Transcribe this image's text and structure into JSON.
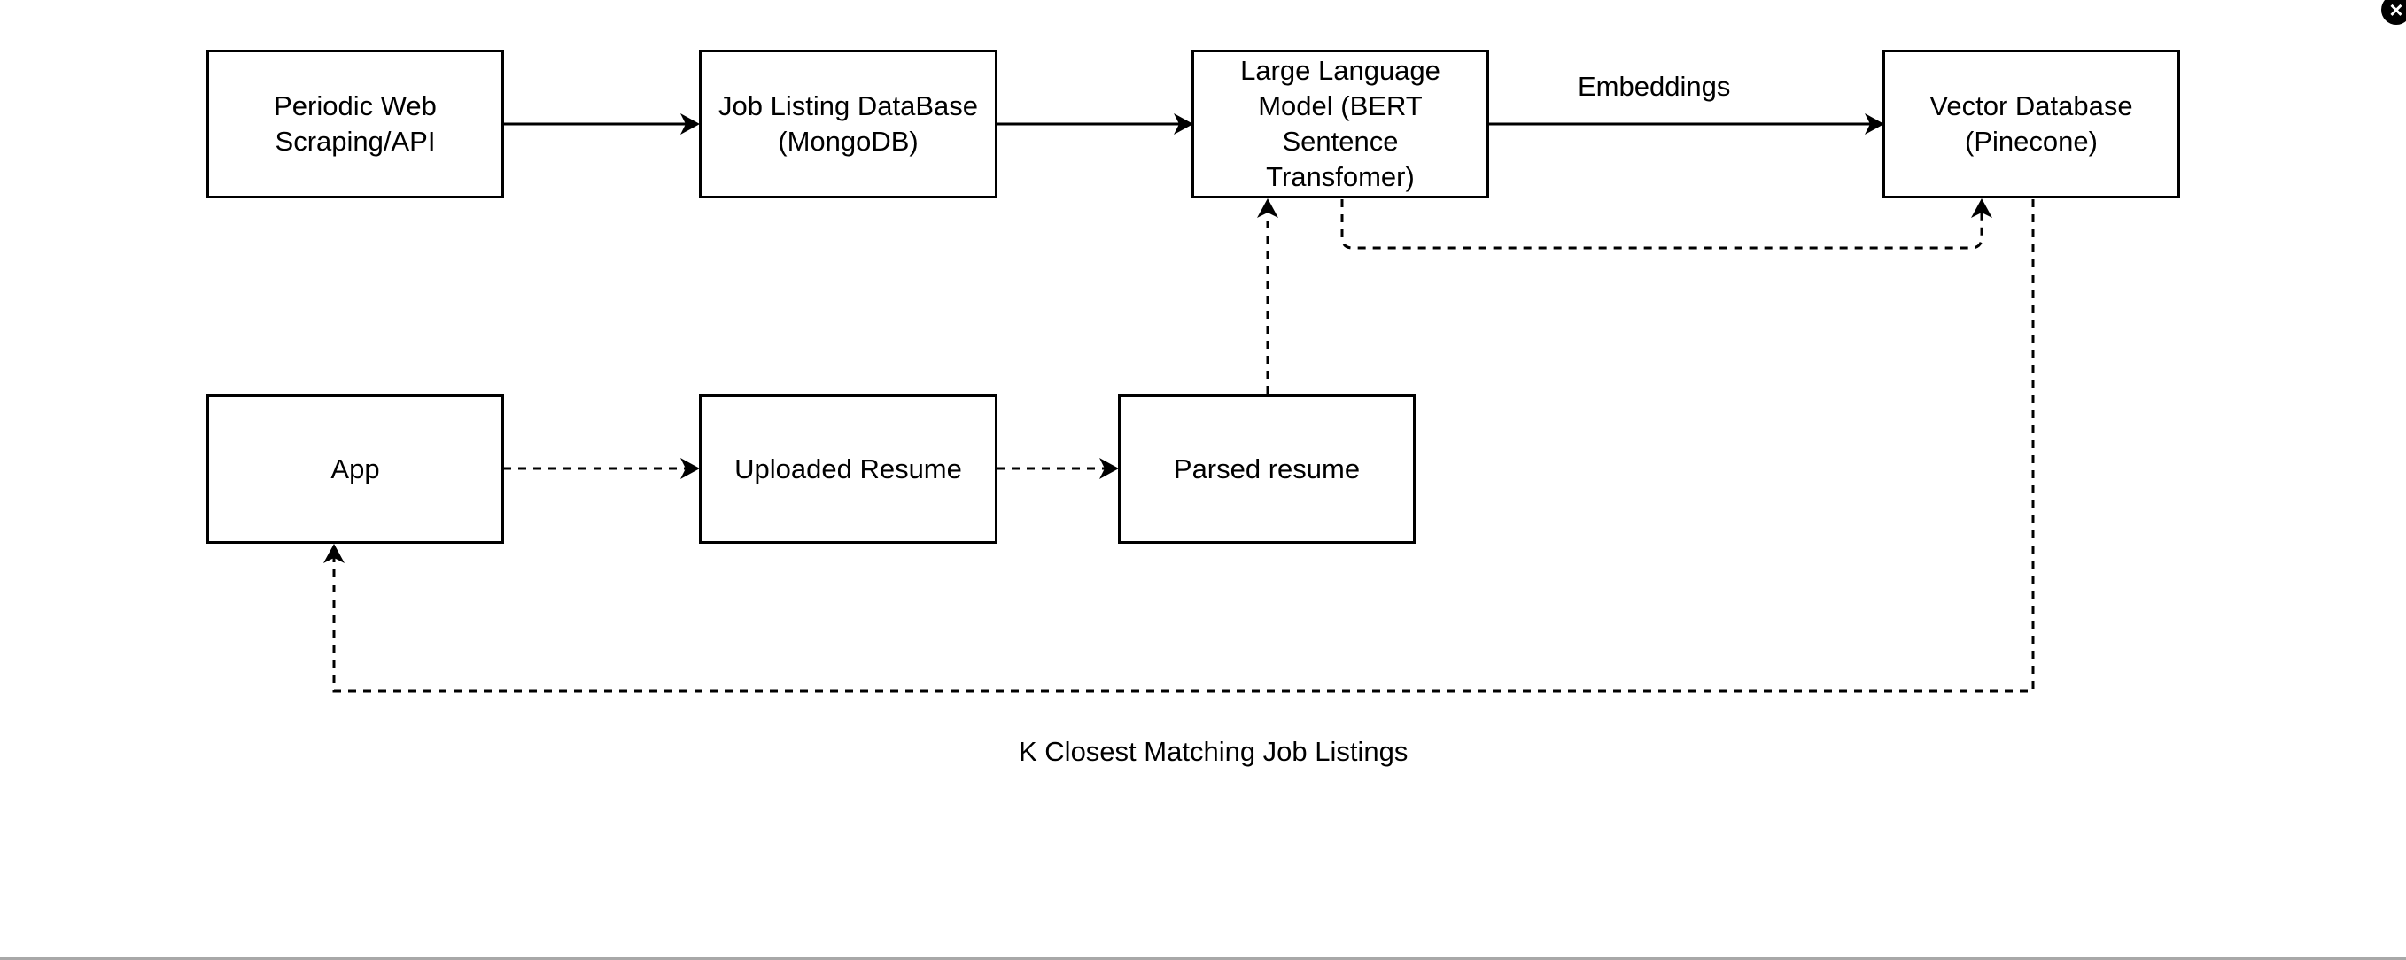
{
  "diagram": {
    "nodes": {
      "scraping": "Periodic Web\nScraping/API",
      "job_db": "Job Listing DataBase\n(MongoDB)",
      "llm": "Large Language\nModel (BERT\nSentence\nTransfomer)",
      "vector_db": "Vector Database\n(Pinecone)",
      "app": "App",
      "uploaded_resume": "Uploaded Resume",
      "parsed_resume": "Parsed resume"
    },
    "edge_labels": {
      "embeddings": "Embeddings",
      "k_closest": "K Closest Matching Job Listings"
    },
    "edges": [
      {
        "from": "scraping",
        "to": "job_db",
        "style": "solid"
      },
      {
        "from": "job_db",
        "to": "llm",
        "style": "solid"
      },
      {
        "from": "llm",
        "to": "vector_db",
        "style": "solid",
        "label": "embeddings"
      },
      {
        "from": "llm",
        "to": "vector_db",
        "style": "dashed"
      },
      {
        "from": "app",
        "to": "uploaded_resume",
        "style": "dashed"
      },
      {
        "from": "uploaded_resume",
        "to": "parsed_resume",
        "style": "dashed"
      },
      {
        "from": "parsed_resume",
        "to": "llm",
        "style": "dashed"
      },
      {
        "from": "vector_db",
        "to": "app",
        "style": "dashed",
        "label": "k_closest"
      }
    ],
    "close_icon": "close-icon"
  }
}
